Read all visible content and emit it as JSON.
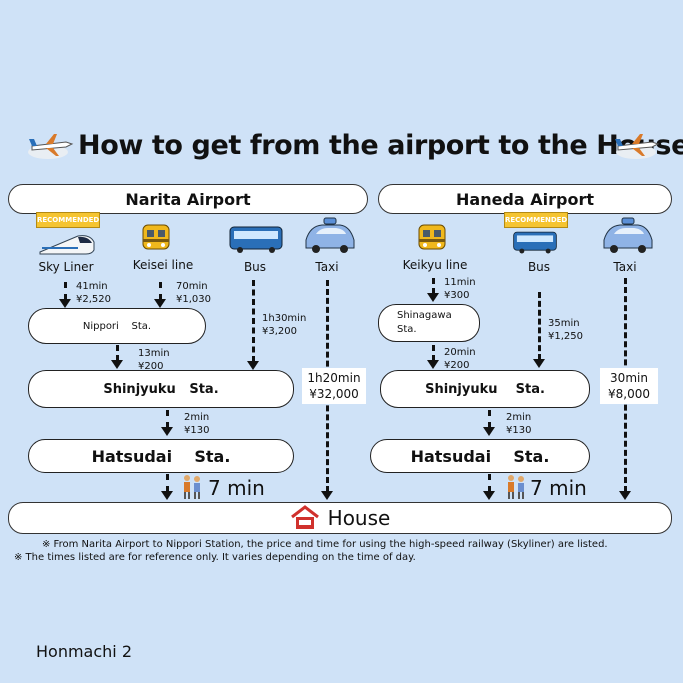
{
  "title": "How to get from the airport to the House",
  "narita": {
    "name": "Narita Airport",
    "modes": {
      "skyliner": "Sky Liner",
      "keisei": "Keisei line",
      "bus": "Bus",
      "taxi": "Taxi"
    },
    "recommended": "RECOMMENDED",
    "skyliner_info": "41min\n¥2,520",
    "keisei_info": "70min\n¥1,030",
    "bus_info": "1h30min\n¥3,200",
    "taxi_info": "1h20min\n¥32,000",
    "nippori": "Nippori    Sta.",
    "nippori_info": "13min\n¥200",
    "shinjyuku": "Shinjyuku   Sta.",
    "hatsudai_info": "2min\n¥130",
    "hatsudai": "Hatsudai    Sta.",
    "walk": "7 min"
  },
  "haneda": {
    "name": "Haneda Airport",
    "modes": {
      "keikyu": "Keikyu line",
      "bus": "Bus",
      "taxi": "Taxi"
    },
    "recommended": "RECOMMENDED",
    "keikyu_info": "11min\n¥300",
    "shinagawa": "Shinagawa\nSta.",
    "shinagawa_info": "20min\n¥200",
    "bus_info": "35min\n¥1,250",
    "taxi_info": "30min\n¥8,000",
    "shinjyuku": "Shinjyuku    Sta.",
    "hatsudai_info": "2min\n¥130",
    "hatsudai": "Hatsudai    Sta.",
    "walk": "7 min"
  },
  "house": "House",
  "notes": [
    "※ From Narita Airport to Nippori Station, the price and time for using the high-speed railway (Skyliner) are listed.",
    "※ The times listed are for reference only. It varies depending on the time of day."
  ],
  "footer": "Honmachi 2",
  "colors": {
    "background": "#cfe2f7",
    "accent_red": "#d0312d",
    "recommended_yellow": "#f5c431"
  }
}
